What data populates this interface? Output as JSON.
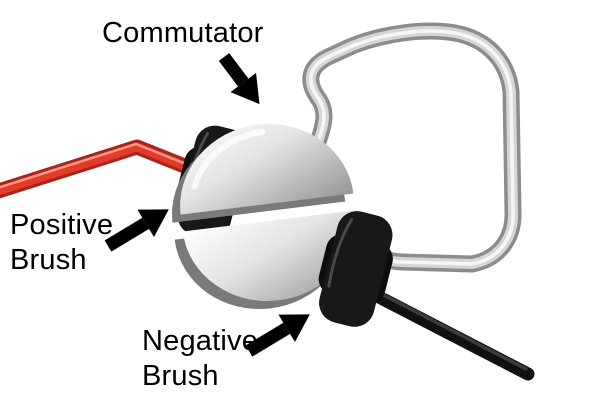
{
  "diagram": {
    "background": "#ffffff",
    "labels": {
      "commutator": "Commutator",
      "positive_line1": "Positive",
      "positive_line2": "Brush",
      "negative_line1": "Negative",
      "negative_line2": "Brush"
    },
    "icons": {
      "arrow": "solid-black-pointer-arrow"
    },
    "colors": {
      "text": "#000000",
      "arrow": "#000000",
      "wire_positive": "#e23a2b",
      "wire_positive_dark": "#a8251a",
      "wire_positive_highlight": "#ff9582",
      "metal_light": "#f6f6f6",
      "metal_mid": "#d6d6d6",
      "metal_dark": "#8c8c8c",
      "disc_light": "#ffffff",
      "disc_dark": "#969696",
      "disc_depth": "#7a7a7a",
      "brush": "#181818",
      "brush_dark": "#0d0d0d",
      "brush_highlight": "#4a4a4a",
      "shaft": "#111111"
    }
  }
}
